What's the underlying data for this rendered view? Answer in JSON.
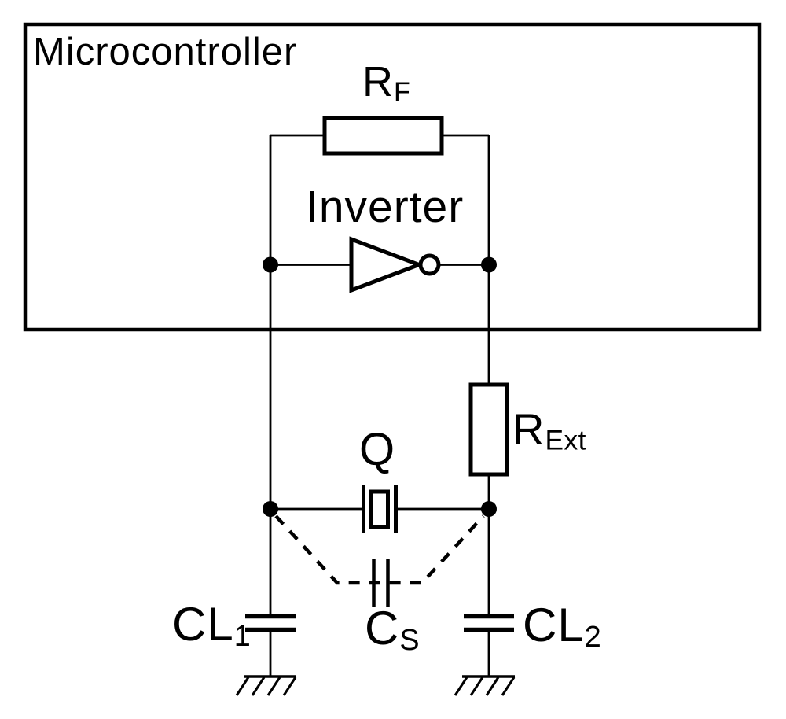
{
  "colors": {
    "line": "#000000",
    "background": "#ffffff"
  },
  "labels": {
    "microcontroller": "Microcontroller",
    "inverter": "Inverter",
    "feedback_resistor": {
      "base": "R",
      "sub": "F"
    },
    "external_resistor": {
      "base": "R",
      "sub": "Ext"
    },
    "crystal": "Q",
    "shunt_capacitor": {
      "base": "C",
      "sub": "S"
    },
    "load_capacitor_1": {
      "base": "CL",
      "sub": "1"
    },
    "load_capacitor_2": {
      "base": "CL",
      "sub": "2"
    }
  }
}
